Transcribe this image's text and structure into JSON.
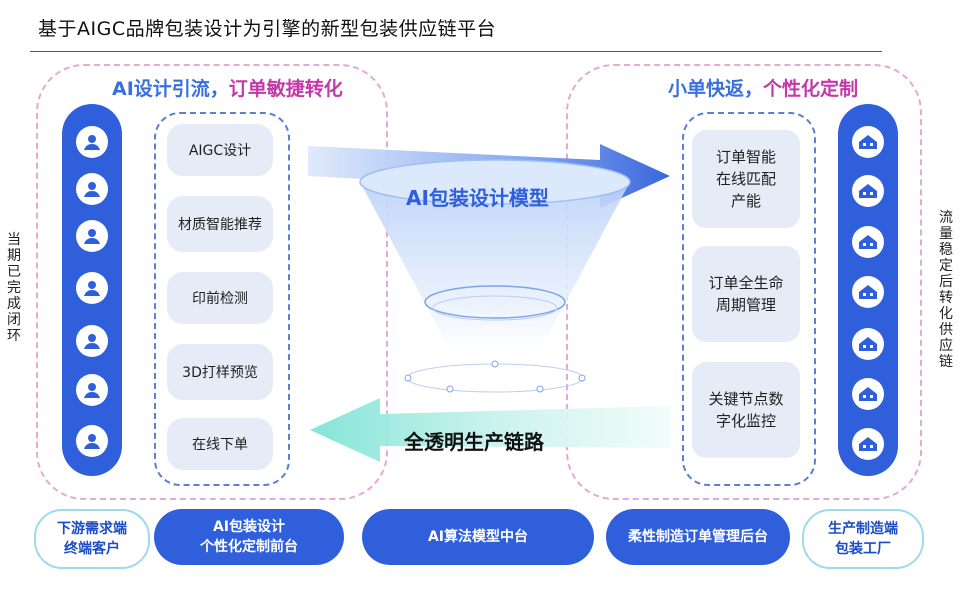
{
  "title": "基于AIGC品牌包装设计为引擎的新型包装供应链平台",
  "left_section": {
    "heading_part1": "AI设计引流，",
    "heading_part2": "订单敏捷转化",
    "vertical_label": "当期已完成闭环",
    "cards": [
      "AIGC设计",
      "材质智能推荐",
      "印前检测",
      "3D打样预览",
      "在线下单"
    ],
    "icon": "user-icon"
  },
  "right_section": {
    "heading_part1": "小单快返，",
    "heading_part2": "个性化定制",
    "vertical_label": "流量稳定后转化供应链",
    "cards": [
      "订单智能\n在线匹配\n产能",
      "订单全生命\n周期管理",
      "关键节点数\n字化监控"
    ],
    "icon": "factory-icon"
  },
  "center": {
    "top_label": "AI包装设计模型",
    "bottom_label": "全透明生产链路"
  },
  "bottom_bar": [
    "下游需求端\n终端客户",
    "AI包装设计\n个性化定制前台",
    "AI算法模型中台",
    "柔性制造订单管理后台",
    "生产制造端\n包装工厂"
  ],
  "colors": {
    "accent_blue": "#2f5fdb",
    "heading_blue": "#3a6fe0",
    "heading_pink": "#c23aa8",
    "light_card": "#e5ebf7",
    "pink_dash": "#e6a8d6"
  }
}
